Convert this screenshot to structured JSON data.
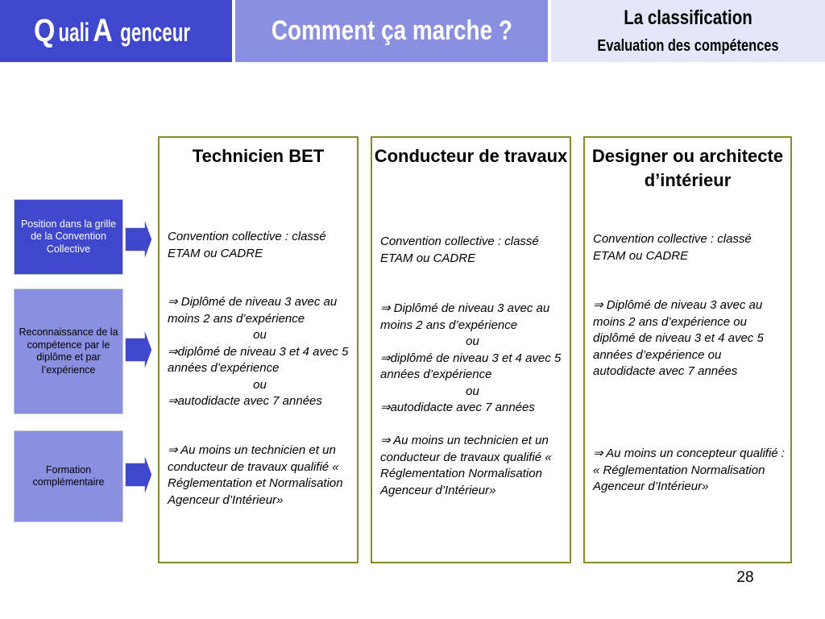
{
  "header": {
    "logo_q": "Q",
    "logo_uali": "uali",
    "logo_a": "A",
    "logo_genceur": "genceur",
    "center_title": "Comment ça marche ?",
    "right_title": "La classification",
    "right_subtitle": "Evaluation des compétences"
  },
  "categories": [
    {
      "label": "Position dans la grille de la Convention Collective"
    },
    {
      "label": "Reconnaissance de la compétence par le diplôme et par l’expérience"
    },
    {
      "label": "Formation complémentaire"
    }
  ],
  "columns": [
    {
      "title": "Technicien BET",
      "convention": "Convention collective : classé ETAM ou CADRE",
      "dipl1": "⇒ Diplômé de niveau 3 avec au moins 2 ans d’expérience",
      "ou1": "ou",
      "dipl2": "⇒diplômé de niveau 3 et 4 avec 5 années d’expérience",
      "ou2": "ou",
      "dipl3": "⇒autodidacte avec 7 années",
      "formation": "⇒ Au moins un technicien et un conducteur de travaux qualifié « Réglementation et Normalisation Agenceur d’Intérieur»"
    },
    {
      "title": "Conducteur de travaux",
      "convention": "Convention collective : classé ETAM ou CADRE",
      "dipl1": "⇒ Diplômé de niveau 3 avec au moins 2 ans d’expérience",
      "ou1": "ou",
      "dipl2": "⇒diplômé de niveau 3 et 4 avec 5 années d’expérience",
      "ou2": "ou",
      "dipl3": "⇒autodidacte avec 7 années",
      "formation": "⇒ Au moins un technicien et un conducteur de travaux qualifié « Réglementation Normalisation Agenceur d’Intérieur»"
    },
    {
      "title": "Designer ou architecte d’intérieur",
      "convention": "Convention collective : classé ETAM ou CADRE",
      "dipl1": "⇒ Diplômé de niveau 3 avec au moins 2 ans d’expérience ou diplômé de niveau 3 et 4 avec 5 années d’expérience ou autodidacte avec 7 années",
      "formation": "⇒ Au moins un concepteur qualifié : « Réglementation Normalisation Agenceur d’Intérieur»"
    }
  ],
  "page_number": "28",
  "colors": {
    "dark_blue": "#3f48cc",
    "medium_blue": "#8b8fdf",
    "light_blue": "#e6e6fb",
    "border_olive": "#8b8a2a"
  }
}
